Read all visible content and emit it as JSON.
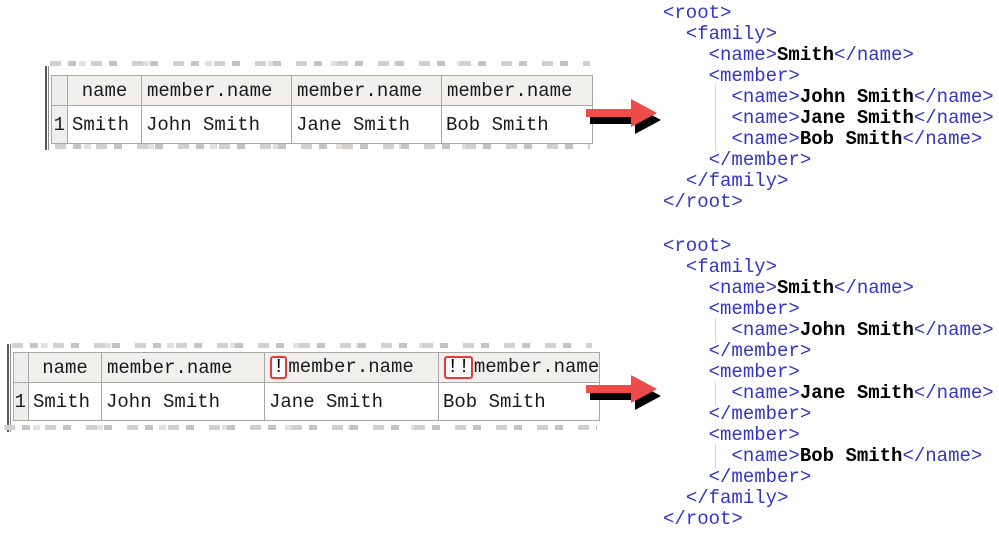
{
  "table_top": {
    "row_number": "1",
    "columns": [
      {
        "prefix": "",
        "header": "name",
        "cell": "Smith"
      },
      {
        "prefix": "",
        "header": "member.name",
        "cell": "John Smith"
      },
      {
        "prefix": "",
        "header": "member.name",
        "cell": "Jane Smith"
      },
      {
        "prefix": "",
        "header": "member.name",
        "cell": "Bob Smith"
      }
    ]
  },
  "table_bottom": {
    "row_number": "1",
    "columns": [
      {
        "prefix": "",
        "header": "name",
        "cell": "Smith"
      },
      {
        "prefix": "",
        "header": "member.name",
        "cell": "John Smith"
      },
      {
        "prefix": "!",
        "header": "member.name",
        "cell": "Jane Smith"
      },
      {
        "prefix": "!!",
        "header": "member.name",
        "cell": "Bob Smith"
      }
    ]
  },
  "xml_top": {
    "lines": [
      {
        "indent": 0,
        "guide": false,
        "segs": [
          {
            "c": "tag",
            "t": "<root>"
          }
        ]
      },
      {
        "indent": 2,
        "guide": false,
        "segs": [
          {
            "c": "tag",
            "t": "<family>"
          }
        ]
      },
      {
        "indent": 4,
        "guide": false,
        "segs": [
          {
            "c": "tag",
            "t": "<name>"
          },
          {
            "c": "val",
            "t": "Smith"
          },
          {
            "c": "tag",
            "t": "</name>"
          }
        ]
      },
      {
        "indent": 4,
        "guide": false,
        "segs": [
          {
            "c": "tag",
            "t": "<member>"
          }
        ]
      },
      {
        "indent": 6,
        "guide": true,
        "segs": [
          {
            "c": "tag",
            "t": "<name>"
          },
          {
            "c": "val",
            "t": "John Smith"
          },
          {
            "c": "tag",
            "t": "</name>"
          }
        ]
      },
      {
        "indent": 6,
        "guide": true,
        "segs": [
          {
            "c": "tag",
            "t": "<name>"
          },
          {
            "c": "val",
            "t": "Jane Smith"
          },
          {
            "c": "tag",
            "t": "</name>"
          }
        ]
      },
      {
        "indent": 6,
        "guide": true,
        "segs": [
          {
            "c": "tag",
            "t": "<name>"
          },
          {
            "c": "val",
            "t": "Bob Smith"
          },
          {
            "c": "tag",
            "t": "</name>"
          }
        ]
      },
      {
        "indent": 4,
        "guide": false,
        "segs": [
          {
            "c": "tag",
            "t": "</member>"
          }
        ]
      },
      {
        "indent": 2,
        "guide": false,
        "segs": [
          {
            "c": "tag",
            "t": "</family>"
          }
        ]
      },
      {
        "indent": 0,
        "guide": false,
        "segs": [
          {
            "c": "tag",
            "t": "</root>"
          }
        ]
      }
    ]
  },
  "xml_bottom": {
    "lines": [
      {
        "indent": 0,
        "guide": false,
        "segs": [
          {
            "c": "tag",
            "t": "<root>"
          }
        ]
      },
      {
        "indent": 2,
        "guide": false,
        "segs": [
          {
            "c": "tag",
            "t": "<family>"
          }
        ]
      },
      {
        "indent": 4,
        "guide": false,
        "segs": [
          {
            "c": "tag",
            "t": "<name>"
          },
          {
            "c": "val",
            "t": "Smith"
          },
          {
            "c": "tag",
            "t": "</name>"
          }
        ]
      },
      {
        "indent": 4,
        "guide": false,
        "segs": [
          {
            "c": "tag",
            "t": "<member>"
          }
        ]
      },
      {
        "indent": 6,
        "guide": true,
        "segs": [
          {
            "c": "tag",
            "t": "<name>"
          },
          {
            "c": "val",
            "t": "John Smith"
          },
          {
            "c": "tag",
            "t": "</name>"
          }
        ]
      },
      {
        "indent": 4,
        "guide": false,
        "segs": [
          {
            "c": "tag",
            "t": "</member>"
          }
        ]
      },
      {
        "indent": 4,
        "guide": false,
        "segs": [
          {
            "c": "tag",
            "t": "<member>"
          }
        ]
      },
      {
        "indent": 6,
        "guide": true,
        "segs": [
          {
            "c": "tag",
            "t": "<name>"
          },
          {
            "c": "val",
            "t": "Jane Smith"
          },
          {
            "c": "tag",
            "t": "</name>"
          }
        ]
      },
      {
        "indent": 4,
        "guide": false,
        "segs": [
          {
            "c": "tag",
            "t": "</member>"
          }
        ]
      },
      {
        "indent": 4,
        "guide": false,
        "segs": [
          {
            "c": "tag",
            "t": "<member>"
          }
        ]
      },
      {
        "indent": 6,
        "guide": true,
        "segs": [
          {
            "c": "tag",
            "t": "<name>"
          },
          {
            "c": "val",
            "t": "Bob Smith"
          },
          {
            "c": "tag",
            "t": "</name>"
          }
        ]
      },
      {
        "indent": 4,
        "guide": false,
        "segs": [
          {
            "c": "tag",
            "t": "</member>"
          }
        ]
      },
      {
        "indent": 2,
        "guide": false,
        "segs": [
          {
            "c": "tag",
            "t": "</family>"
          }
        ]
      },
      {
        "indent": 0,
        "guide": false,
        "segs": [
          {
            "c": "tag",
            "t": "</root>"
          }
        ]
      }
    ]
  },
  "colors": {
    "xml_tag": "#3434c8",
    "xml_value": "#000000",
    "marker_box_red": "#e23b38",
    "arrow_red": "#ef4b48",
    "arrow_shadow": "#000000",
    "header_bg": "#f2f0ed",
    "grid_border": "#a9a7a4",
    "indent_guide": "#d9d8d6"
  }
}
